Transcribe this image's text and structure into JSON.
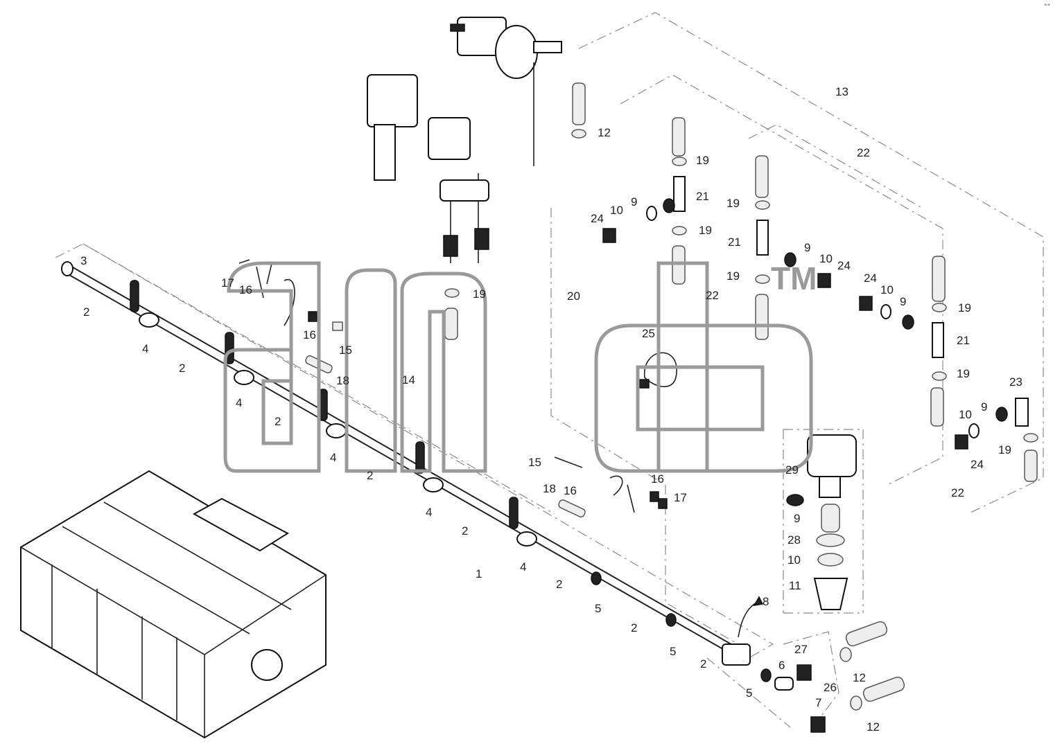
{
  "diagram": {
    "corner_mark": "°°",
    "watermark": {
      "letters": "dmcb",
      "trademark": "TM"
    },
    "callouts": [
      {
        "id": "c-13",
        "text": "13"
      },
      {
        "id": "c-12a",
        "text": "12"
      },
      {
        "id": "c-22a",
        "text": "22"
      },
      {
        "id": "c-19a",
        "text": "19"
      },
      {
        "id": "c-21a",
        "text": "21"
      },
      {
        "id": "c-9a",
        "text": "9"
      },
      {
        "id": "c-10a",
        "text": "10"
      },
      {
        "id": "c-24a",
        "text": "24"
      },
      {
        "id": "c-19b",
        "text": "19"
      },
      {
        "id": "c-19c",
        "text": "19"
      },
      {
        "id": "c-21b",
        "text": "21"
      },
      {
        "id": "c-9b",
        "text": "9"
      },
      {
        "id": "c-10b",
        "text": "10"
      },
      {
        "id": "c-24b",
        "text": "24"
      },
      {
        "id": "c-19d",
        "text": "19"
      },
      {
        "id": "c-24c",
        "text": "24"
      },
      {
        "id": "c-10c",
        "text": "10"
      },
      {
        "id": "c-9c",
        "text": "9"
      },
      {
        "id": "c-19e",
        "text": "19"
      },
      {
        "id": "c-21c",
        "text": "21"
      },
      {
        "id": "c-19f",
        "text": "19"
      },
      {
        "id": "c-23",
        "text": "23"
      },
      {
        "id": "c-9d",
        "text": "9"
      },
      {
        "id": "c-10d",
        "text": "10"
      },
      {
        "id": "c-19g",
        "text": "19"
      },
      {
        "id": "c-24d",
        "text": "24"
      },
      {
        "id": "c-22b",
        "text": "22"
      },
      {
        "id": "c-22c",
        "text": "22"
      },
      {
        "id": "c-20",
        "text": "20"
      },
      {
        "id": "c-19h",
        "text": "19"
      },
      {
        "id": "c-25",
        "text": "25"
      },
      {
        "id": "c-3",
        "text": "3"
      },
      {
        "id": "c-2a",
        "text": "2"
      },
      {
        "id": "c-4a",
        "text": "4"
      },
      {
        "id": "c-2b",
        "text": "2"
      },
      {
        "id": "c-4b",
        "text": "4"
      },
      {
        "id": "c-2c",
        "text": "2"
      },
      {
        "id": "c-4c",
        "text": "4"
      },
      {
        "id": "c-2d",
        "text": "2"
      },
      {
        "id": "c-4d",
        "text": "4"
      },
      {
        "id": "c-2e",
        "text": "2"
      },
      {
        "id": "c-4e",
        "text": "4"
      },
      {
        "id": "c-1",
        "text": "1"
      },
      {
        "id": "c-2f",
        "text": "2"
      },
      {
        "id": "c-5a",
        "text": "5"
      },
      {
        "id": "c-2g",
        "text": "2"
      },
      {
        "id": "c-5b",
        "text": "5"
      },
      {
        "id": "c-2h",
        "text": "2"
      },
      {
        "id": "c-5c",
        "text": "5"
      },
      {
        "id": "c-17a",
        "text": "17"
      },
      {
        "id": "c-16a",
        "text": "16"
      },
      {
        "id": "c-16b",
        "text": "16"
      },
      {
        "id": "c-15a",
        "text": "15"
      },
      {
        "id": "c-18a",
        "text": "18"
      },
      {
        "id": "c-14",
        "text": "14"
      },
      {
        "id": "c-15b",
        "text": "15"
      },
      {
        "id": "c-18b",
        "text": "18"
      },
      {
        "id": "c-16c",
        "text": "16"
      },
      {
        "id": "c-16d",
        "text": "16"
      },
      {
        "id": "c-17b",
        "text": "17"
      },
      {
        "id": "c-29",
        "text": "29"
      },
      {
        "id": "c-9e",
        "text": "9"
      },
      {
        "id": "c-28",
        "text": "28"
      },
      {
        "id": "c-10e",
        "text": "10"
      },
      {
        "id": "c-11",
        "text": "11"
      },
      {
        "id": "c-8",
        "text": "8"
      },
      {
        "id": "c-27",
        "text": "27"
      },
      {
        "id": "c-6",
        "text": "6"
      },
      {
        "id": "c-26",
        "text": "26"
      },
      {
        "id": "c-12b",
        "text": "12"
      },
      {
        "id": "c-7",
        "text": "7"
      },
      {
        "id": "c-12c",
        "text": "12"
      }
    ]
  }
}
